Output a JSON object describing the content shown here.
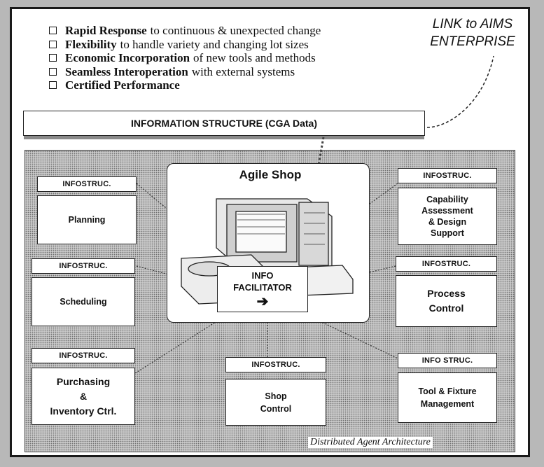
{
  "bullets": [
    {
      "bold": "Rapid Response",
      "rest": "to continuous & unexpected change"
    },
    {
      "bold": "Flexibility",
      "rest": "to handle variety and changing lot sizes"
    },
    {
      "bold": "Economic Incorporation",
      "rest": "of new tools and methods"
    },
    {
      "bold": "Seamless Interoperation",
      "rest": "with external systems"
    },
    {
      "bold": "Certified Performance",
      "rest": ""
    }
  ],
  "link_aims": {
    "line1": "LINK to AIMS",
    "line2": "ENTERPRISE"
  },
  "information_structure": "INFORMATION STRUCTURE (CGA Data)",
  "agile_shop": "Agile Shop",
  "facilitator": {
    "line1": "INFO",
    "line2": "FACILITATOR",
    "arrow": "➔"
  },
  "agents": {
    "planning": {
      "tag": "INFOSTRUC.",
      "lines": [
        "Planning"
      ]
    },
    "scheduling": {
      "tag": "INFOSTRUC.",
      "lines": [
        "Scheduling"
      ]
    },
    "purchasing": {
      "tag": "INFOSTRUC.",
      "lines": [
        "Purchasing",
        "&",
        "Inventory Ctrl."
      ]
    },
    "shop_control": {
      "tag": "INFOSTRUC.",
      "lines": [
        "Shop",
        "Control"
      ]
    },
    "tool_fixture": {
      "tag": "INFO STRUC.",
      "lines": [
        "Tool & Fixture",
        "Management"
      ]
    },
    "process_control": {
      "tag": "INFOSTRUC.",
      "lines": [
        "Process",
        "Control"
      ]
    },
    "capability": {
      "tag": "INFOSTRUC.",
      "lines": [
        "Capability",
        "Assessment",
        "& Design",
        "Support"
      ]
    }
  },
  "footer": "Distributed Agent Architecture"
}
